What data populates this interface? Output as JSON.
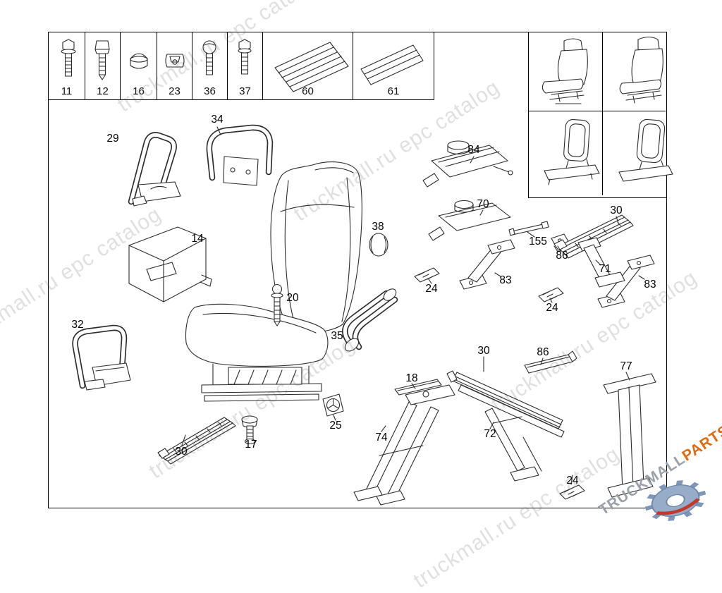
{
  "page": {
    "watermark_text": "truckmall.ru epc catalog",
    "logo": {
      "word_main": "TRUCKMALL",
      "word_accent": "PARTS",
      "main_color": "#9aa1a8",
      "accent_color": "#e06a10",
      "gear_blue": "#8ea6c6",
      "gear_red": "#c0392b"
    }
  },
  "fasteners": {
    "items": [
      {
        "label": "11",
        "icon": "hex-head-bolt-icon"
      },
      {
        "label": "12",
        "icon": "flanged-screw-icon"
      },
      {
        "label": "16",
        "icon": "cap-plug-icon"
      },
      {
        "label": "23",
        "icon": "spring-clip-nut-icon"
      },
      {
        "label": "36",
        "icon": "round-head-screw-icon"
      },
      {
        "label": "37",
        "icon": "hex-flange-screw-icon"
      },
      {
        "label": "60",
        "icon": "ribbed-cover-rail-icon"
      },
      {
        "label": "61",
        "icon": "cover-strip-icon"
      }
    ]
  },
  "seat_variants": {
    "cells": [
      {
        "icon": "suspension-seat-a"
      },
      {
        "icon": "suspension-seat-b"
      },
      {
        "icon": "seat-frame-a"
      },
      {
        "icon": "seat-frame-b"
      }
    ]
  },
  "callouts": [
    {
      "label": "29"
    },
    {
      "label": "34"
    },
    {
      "label": "14"
    },
    {
      "label": "38"
    },
    {
      "label": "20"
    },
    {
      "label": "35"
    },
    {
      "label": "32"
    },
    {
      "label": "30"
    },
    {
      "label": "17"
    },
    {
      "label": "25"
    },
    {
      "label": "74"
    },
    {
      "label": "18"
    },
    {
      "label": "24"
    },
    {
      "label": "83"
    },
    {
      "label": "84"
    },
    {
      "label": "70"
    },
    {
      "label": "155"
    },
    {
      "label": "86"
    },
    {
      "label": "30"
    },
    {
      "label": "71"
    },
    {
      "label": "83"
    },
    {
      "label": "24"
    },
    {
      "label": "30"
    },
    {
      "label": "86"
    },
    {
      "label": "72"
    },
    {
      "label": "77"
    },
    {
      "label": "24"
    }
  ]
}
